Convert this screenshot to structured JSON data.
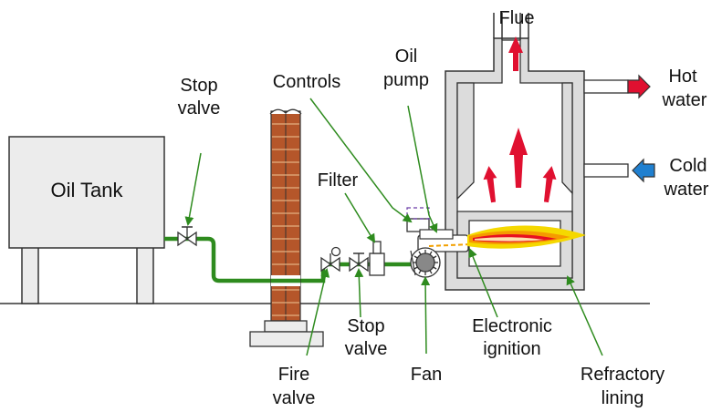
{
  "labels": {
    "oil_tank": "Oil Tank",
    "stop_valve_1": [
      "Stop",
      "valve"
    ],
    "controls": "Controls",
    "oil_pump": [
      "Oil",
      "pump"
    ],
    "flue": "Flue",
    "hot_water": [
      "Hot",
      "water"
    ],
    "cold_water": [
      "Cold",
      "water"
    ],
    "filter": "Filter",
    "stop_valve_2": [
      "Stop",
      "valve"
    ],
    "fire_valve": [
      "Fire",
      "valve"
    ],
    "fan": "Fan",
    "electronic_ignition": [
      "Electronic",
      "ignition"
    ],
    "refractory_lining": [
      "Refractory",
      "lining"
    ]
  },
  "colors": {
    "pipe": "#2e8b1e",
    "leader": "#2e8b1e",
    "tank_fill": "#ececec",
    "outline": "#333333",
    "brick": "#b5562a",
    "mortar": "#d9a070",
    "furnace_fill": "#dcdcdc",
    "hot_arrow": "#e01030",
    "cold_arrow": "#2080d0",
    "flame_outer": "#f5d800",
    "flame_mid": "#f59a00",
    "flame_inner": "#e81020",
    "fuel_line": "#f2a000",
    "controls_box": "#6a3aa8"
  }
}
